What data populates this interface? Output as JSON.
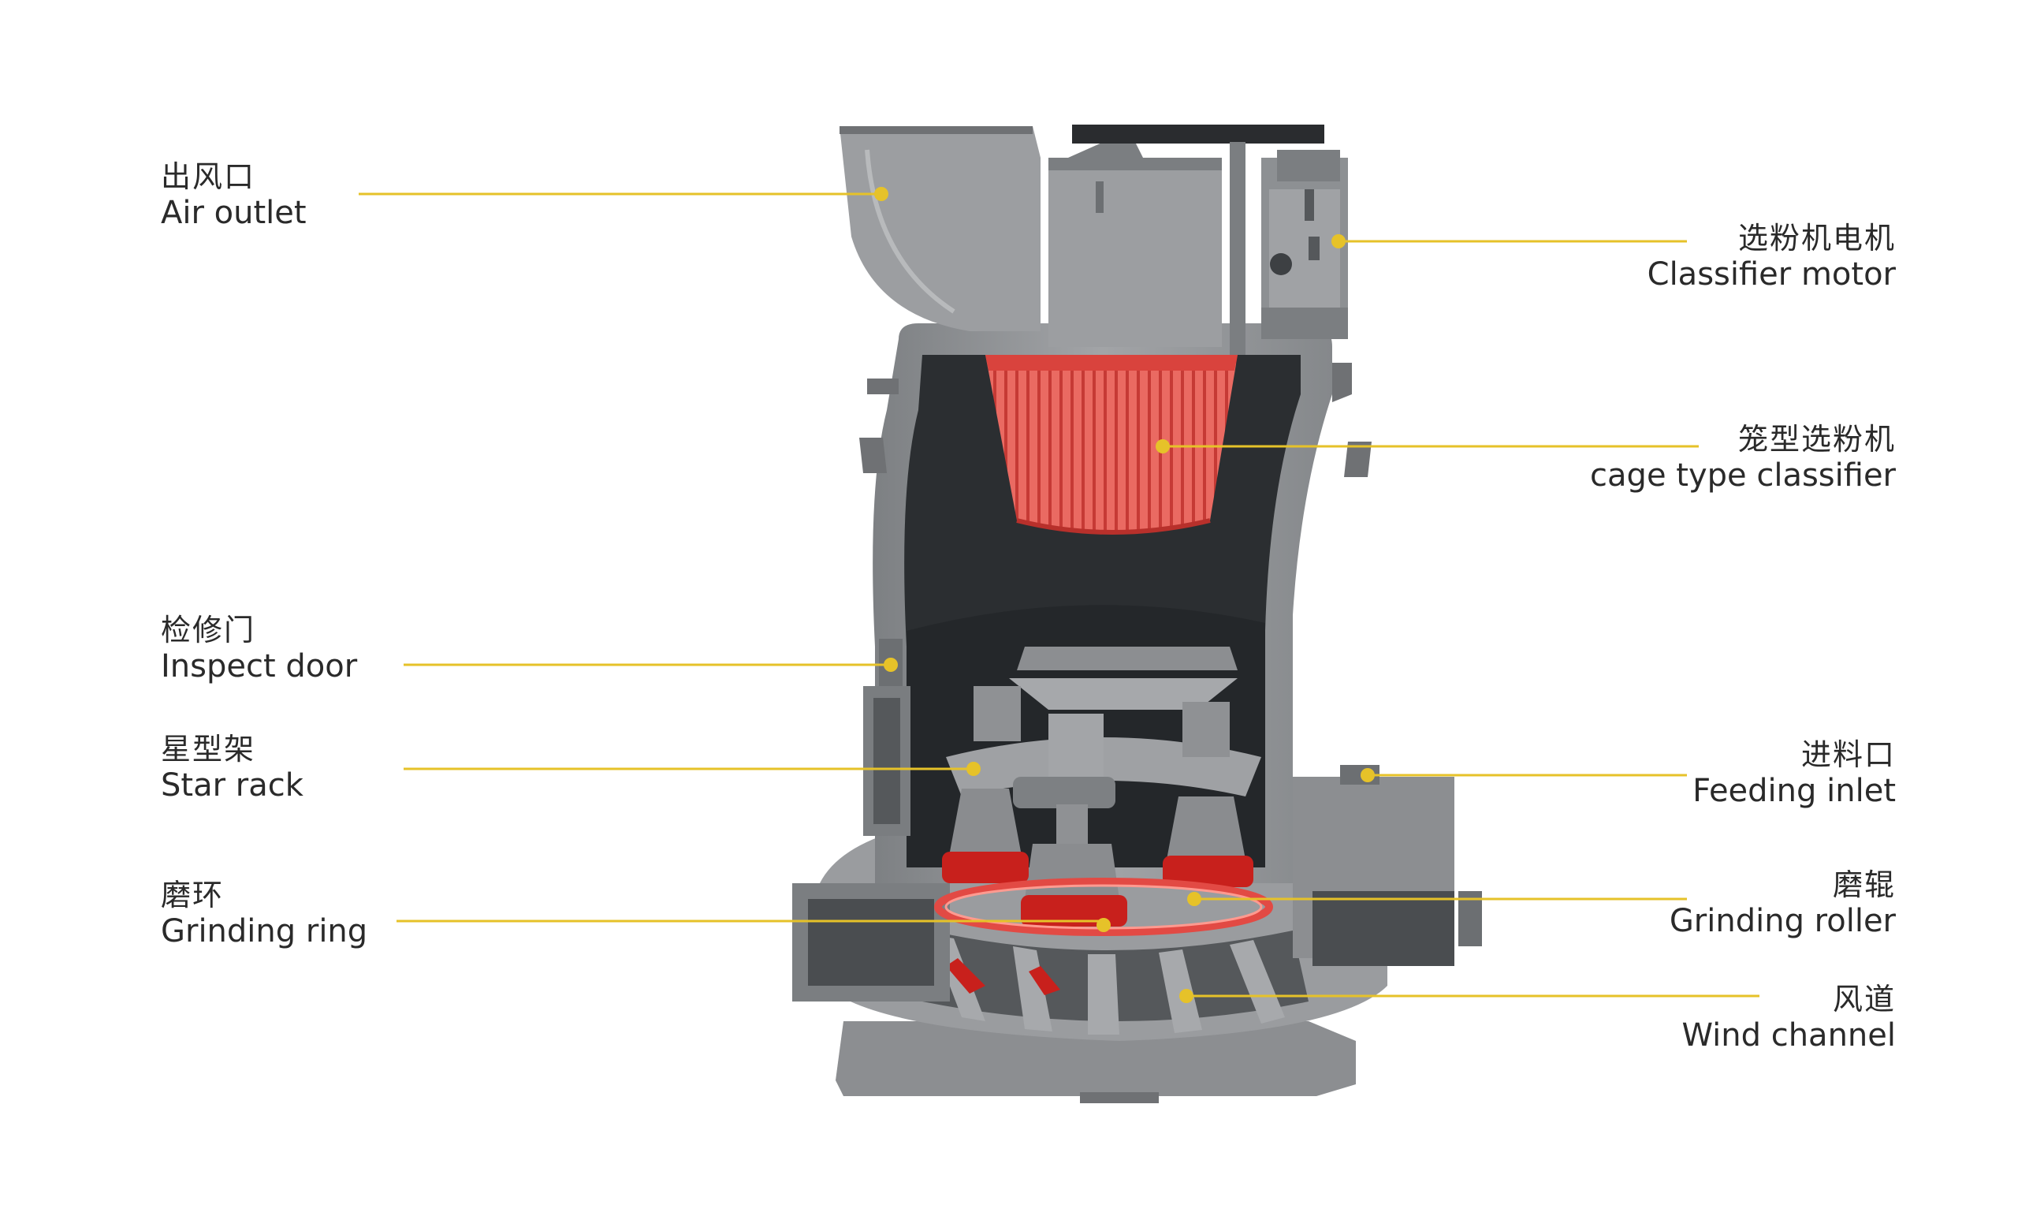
{
  "colors": {
    "leader_line": "#e6c229",
    "machine_gray": "#8f9194",
    "classifier_red": "#e8534e",
    "grinding_red": "#c8201c",
    "text": "#2a2a2a"
  },
  "labels": {
    "air_outlet": {
      "zh": "出风口",
      "en": "Air outlet"
    },
    "classifier_motor": {
      "zh": "选粉机电机",
      "en": "Classifier motor"
    },
    "cage_type_classifier": {
      "zh": "笼型选粉机",
      "en": "cage type classifier"
    },
    "inspect_door": {
      "zh": "检修门",
      "en": "Inspect door"
    },
    "star_rack": {
      "zh": "星型架",
      "en": "Star rack"
    },
    "feeding_inlet": {
      "zh": "进料口",
      "en": "Feeding inlet"
    },
    "grinding_ring": {
      "zh": "磨环",
      "en": "Grinding ring"
    },
    "grinding_roller": {
      "zh": "磨辊",
      "en": "Grinding roller"
    },
    "wind_channel": {
      "zh": "风道",
      "en": "Wind channel"
    }
  }
}
